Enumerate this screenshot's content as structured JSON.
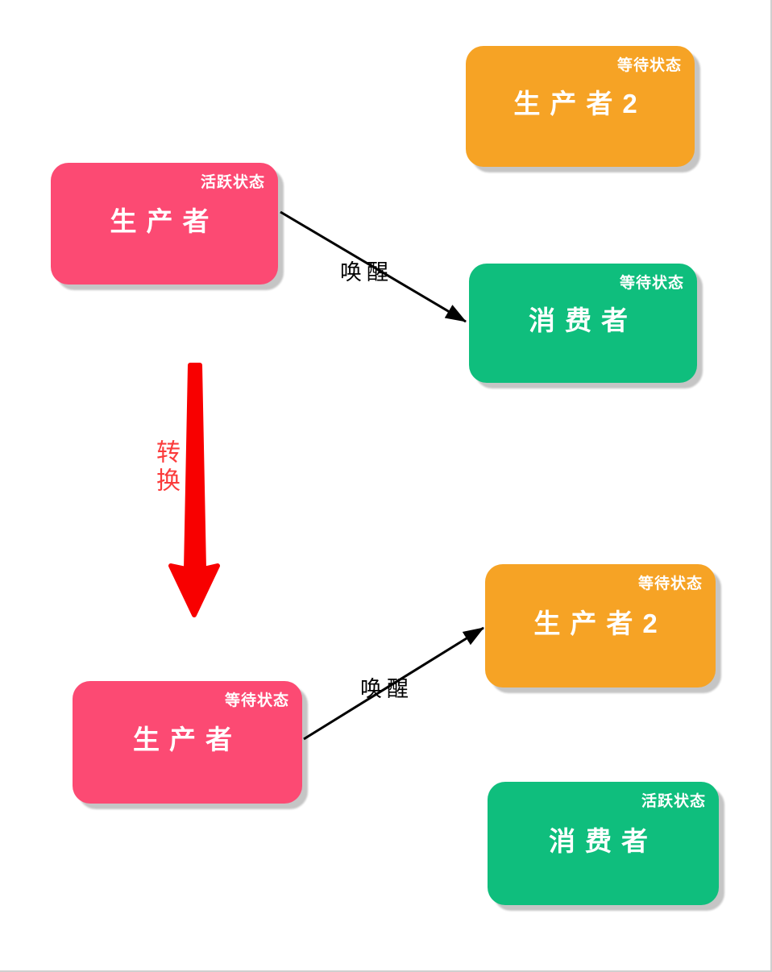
{
  "diagram": {
    "scene_before": {
      "producer": {
        "label": "生产者",
        "state": "活跃状态"
      },
      "producer2": {
        "label": "生产者2",
        "state": "等待状态"
      },
      "consumer": {
        "label": "消费者",
        "state": "等待状态"
      },
      "edge": {
        "label": "唤醒",
        "from": "生产者",
        "to": "消费者"
      }
    },
    "transition": {
      "label": "转换"
    },
    "scene_after": {
      "producer": {
        "label": "生产者",
        "state": "等待状态"
      },
      "producer2": {
        "label": "生产者2",
        "state": "等待状态"
      },
      "consumer": {
        "label": "消费者",
        "state": "活跃状态"
      },
      "edge": {
        "label": "唤醒",
        "from": "生产者",
        "to": "生产者2"
      }
    },
    "colors": {
      "producer_pink": "#FC4A73",
      "producer2_orange": "#F6A325",
      "consumer_green": "#0FBE7D",
      "edge_arrow_black": "#000000",
      "transition_arrow_red": "#F80000",
      "transition_label_red": "#FB3B3B",
      "node_text_white": "#FFFFFF",
      "shadow_gray": "#C5C5C5"
    }
  }
}
